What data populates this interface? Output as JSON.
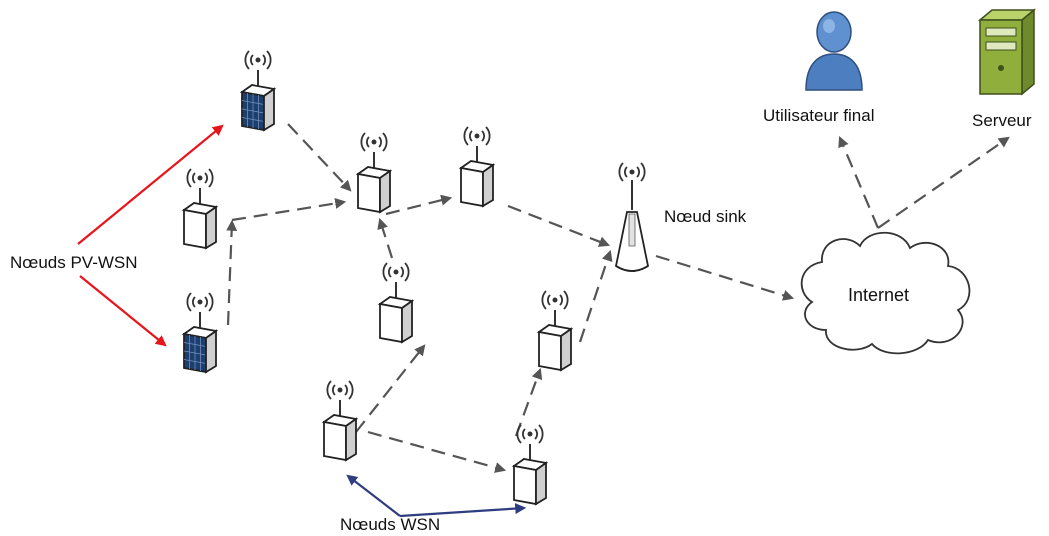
{
  "labels": {
    "pv_nodes": "Nœuds PV-WSN",
    "wsn_nodes": "Nœuds WSN",
    "sink": "Nœud sink",
    "internet": "Internet",
    "end_user": "Utilisateur final",
    "server": "Serveur"
  },
  "colors": {
    "pv_callout": "#e8141b",
    "wsn_callout": "#2e3d80",
    "connection": "#555555",
    "user_body": "#4d7ec0",
    "server_body": "#8fae3c",
    "solar_panel": "#1c3f6e"
  },
  "icons": {
    "sensor": "wireless-sensor-node-icon",
    "solar_sensor": "solar-sensor-node-icon",
    "sink": "sink-antenna-icon",
    "cloud": "internet-cloud-icon",
    "user": "end-user-icon",
    "server": "server-icon"
  }
}
